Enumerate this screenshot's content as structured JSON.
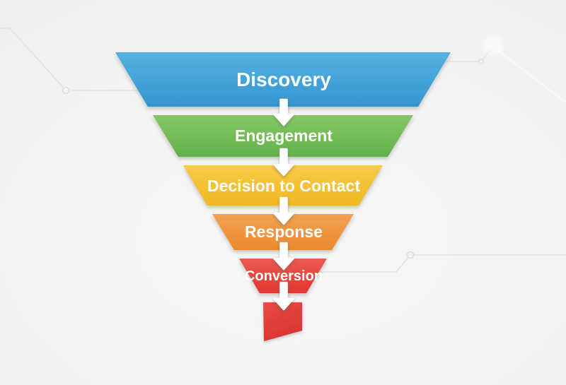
{
  "diagram": {
    "name": "marketing-funnel",
    "stages": [
      {
        "label": "Discovery",
        "color_top": "#54b2e2",
        "color_bottom": "#3496cf"
      },
      {
        "label": "Engagement",
        "color_top": "#85c766",
        "color_bottom": "#63b149"
      },
      {
        "label": "Decision to Contact",
        "color_top": "#f8ca45",
        "color_bottom": "#f1b824"
      },
      {
        "label": "Response",
        "color_top": "#f2a253",
        "color_bottom": "#eb882b"
      },
      {
        "label": "Conversion",
        "color_top": "#ec5a51",
        "color_bottom": "#e23731"
      }
    ],
    "arrow_color": "#ffffff",
    "label_color": "#ffffff",
    "flag_color_top": "#e84b43",
    "flag_color_bottom": "#d93530"
  },
  "background": {
    "base": "#f2f2f0",
    "line_color": "#e2e2e1",
    "node_fill": "#f4f4f3",
    "node_stroke": "#dcdcdb",
    "glow_color": "#fffef4"
  }
}
